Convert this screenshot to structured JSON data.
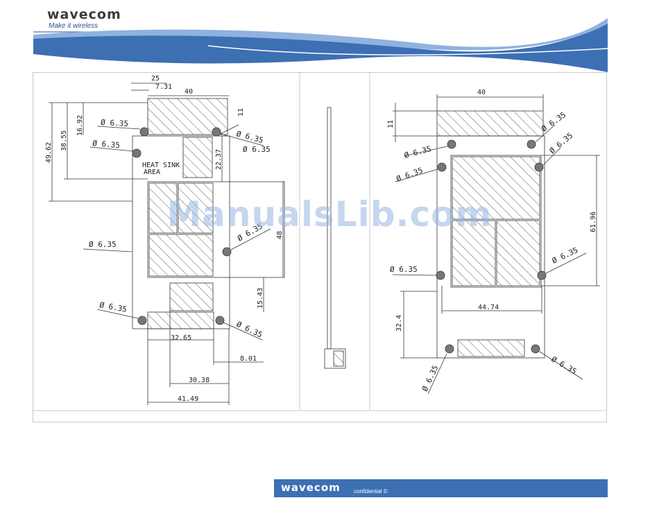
{
  "header": {
    "logo": "wavecom",
    "tagline": "Make it wireless",
    "wave_color": "#3d6fb3"
  },
  "left_drawing": {
    "dims": {
      "d25": "25",
      "d7_31": "7.31",
      "d40": "40",
      "d11": "11",
      "d16_92": "16.92",
      "d38_55": "38.55",
      "d49_62": "49.62",
      "d22_37": "22.37",
      "d48": "48",
      "d15_43": "15.43",
      "d32_65": "32.65",
      "d8_01": "8.01",
      "d30_38": "30.38",
      "d41_49": "41.49"
    },
    "hole": "Ø 6.35",
    "heat_sink": [
      "HEAT SINK",
      "AREA"
    ]
  },
  "right_drawing": {
    "dims": {
      "d40": "40",
      "d11": "11",
      "d61_96": "61.96",
      "d44_74": "44.74",
      "d32_4": "32.4"
    },
    "hole": "Ø 6.35"
  },
  "watermark": "ManualsLib.com",
  "footer": {
    "logo": "wavecom",
    "text": "confidential ©"
  }
}
